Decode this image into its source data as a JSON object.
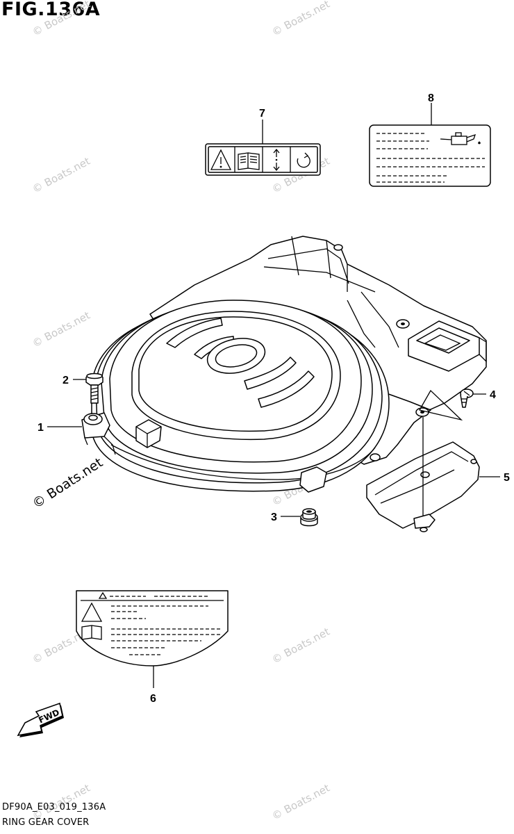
{
  "figure": {
    "title": "FIG.136A",
    "code": "DF90A_E03_019_136A",
    "name": "RING GEAR COVER"
  },
  "callouts": [
    "1",
    "2",
    "3",
    "4",
    "5",
    "6",
    "7",
    "8"
  ],
  "watermark": "© Boats.net",
  "fwd_label": "FWD"
}
